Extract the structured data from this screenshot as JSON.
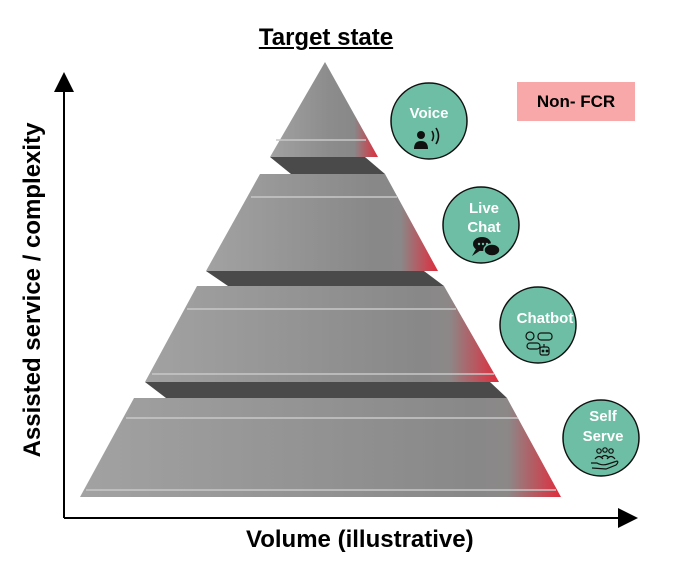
{
  "title": "Target state",
  "legend": {
    "label": "Non- FCR",
    "color": "#f8a8a8"
  },
  "axes": {
    "y_label": "Assisted service / complexity",
    "x_label": "Volume (illustrative)"
  },
  "tiers": [
    {
      "name": "Voice",
      "lines": [
        "Voice"
      ],
      "icon": "person-speaking-icon"
    },
    {
      "name": "Live Chat",
      "lines": [
        "Live",
        "Chat"
      ],
      "icon": "chat-bubbles-icon"
    },
    {
      "name": "Chatbot",
      "lines": [
        "Chatbot"
      ],
      "icon": "chatbot-icon"
    },
    {
      "name": "Self Serve",
      "lines": [
        "Self",
        "Serve"
      ],
      "icon": "hand-people-icon"
    }
  ],
  "colors": {
    "circle": "#6dbea4",
    "circle_border": "#111111",
    "accent_red": "#e02c3c",
    "tier_gray": "#9a9a9a"
  }
}
